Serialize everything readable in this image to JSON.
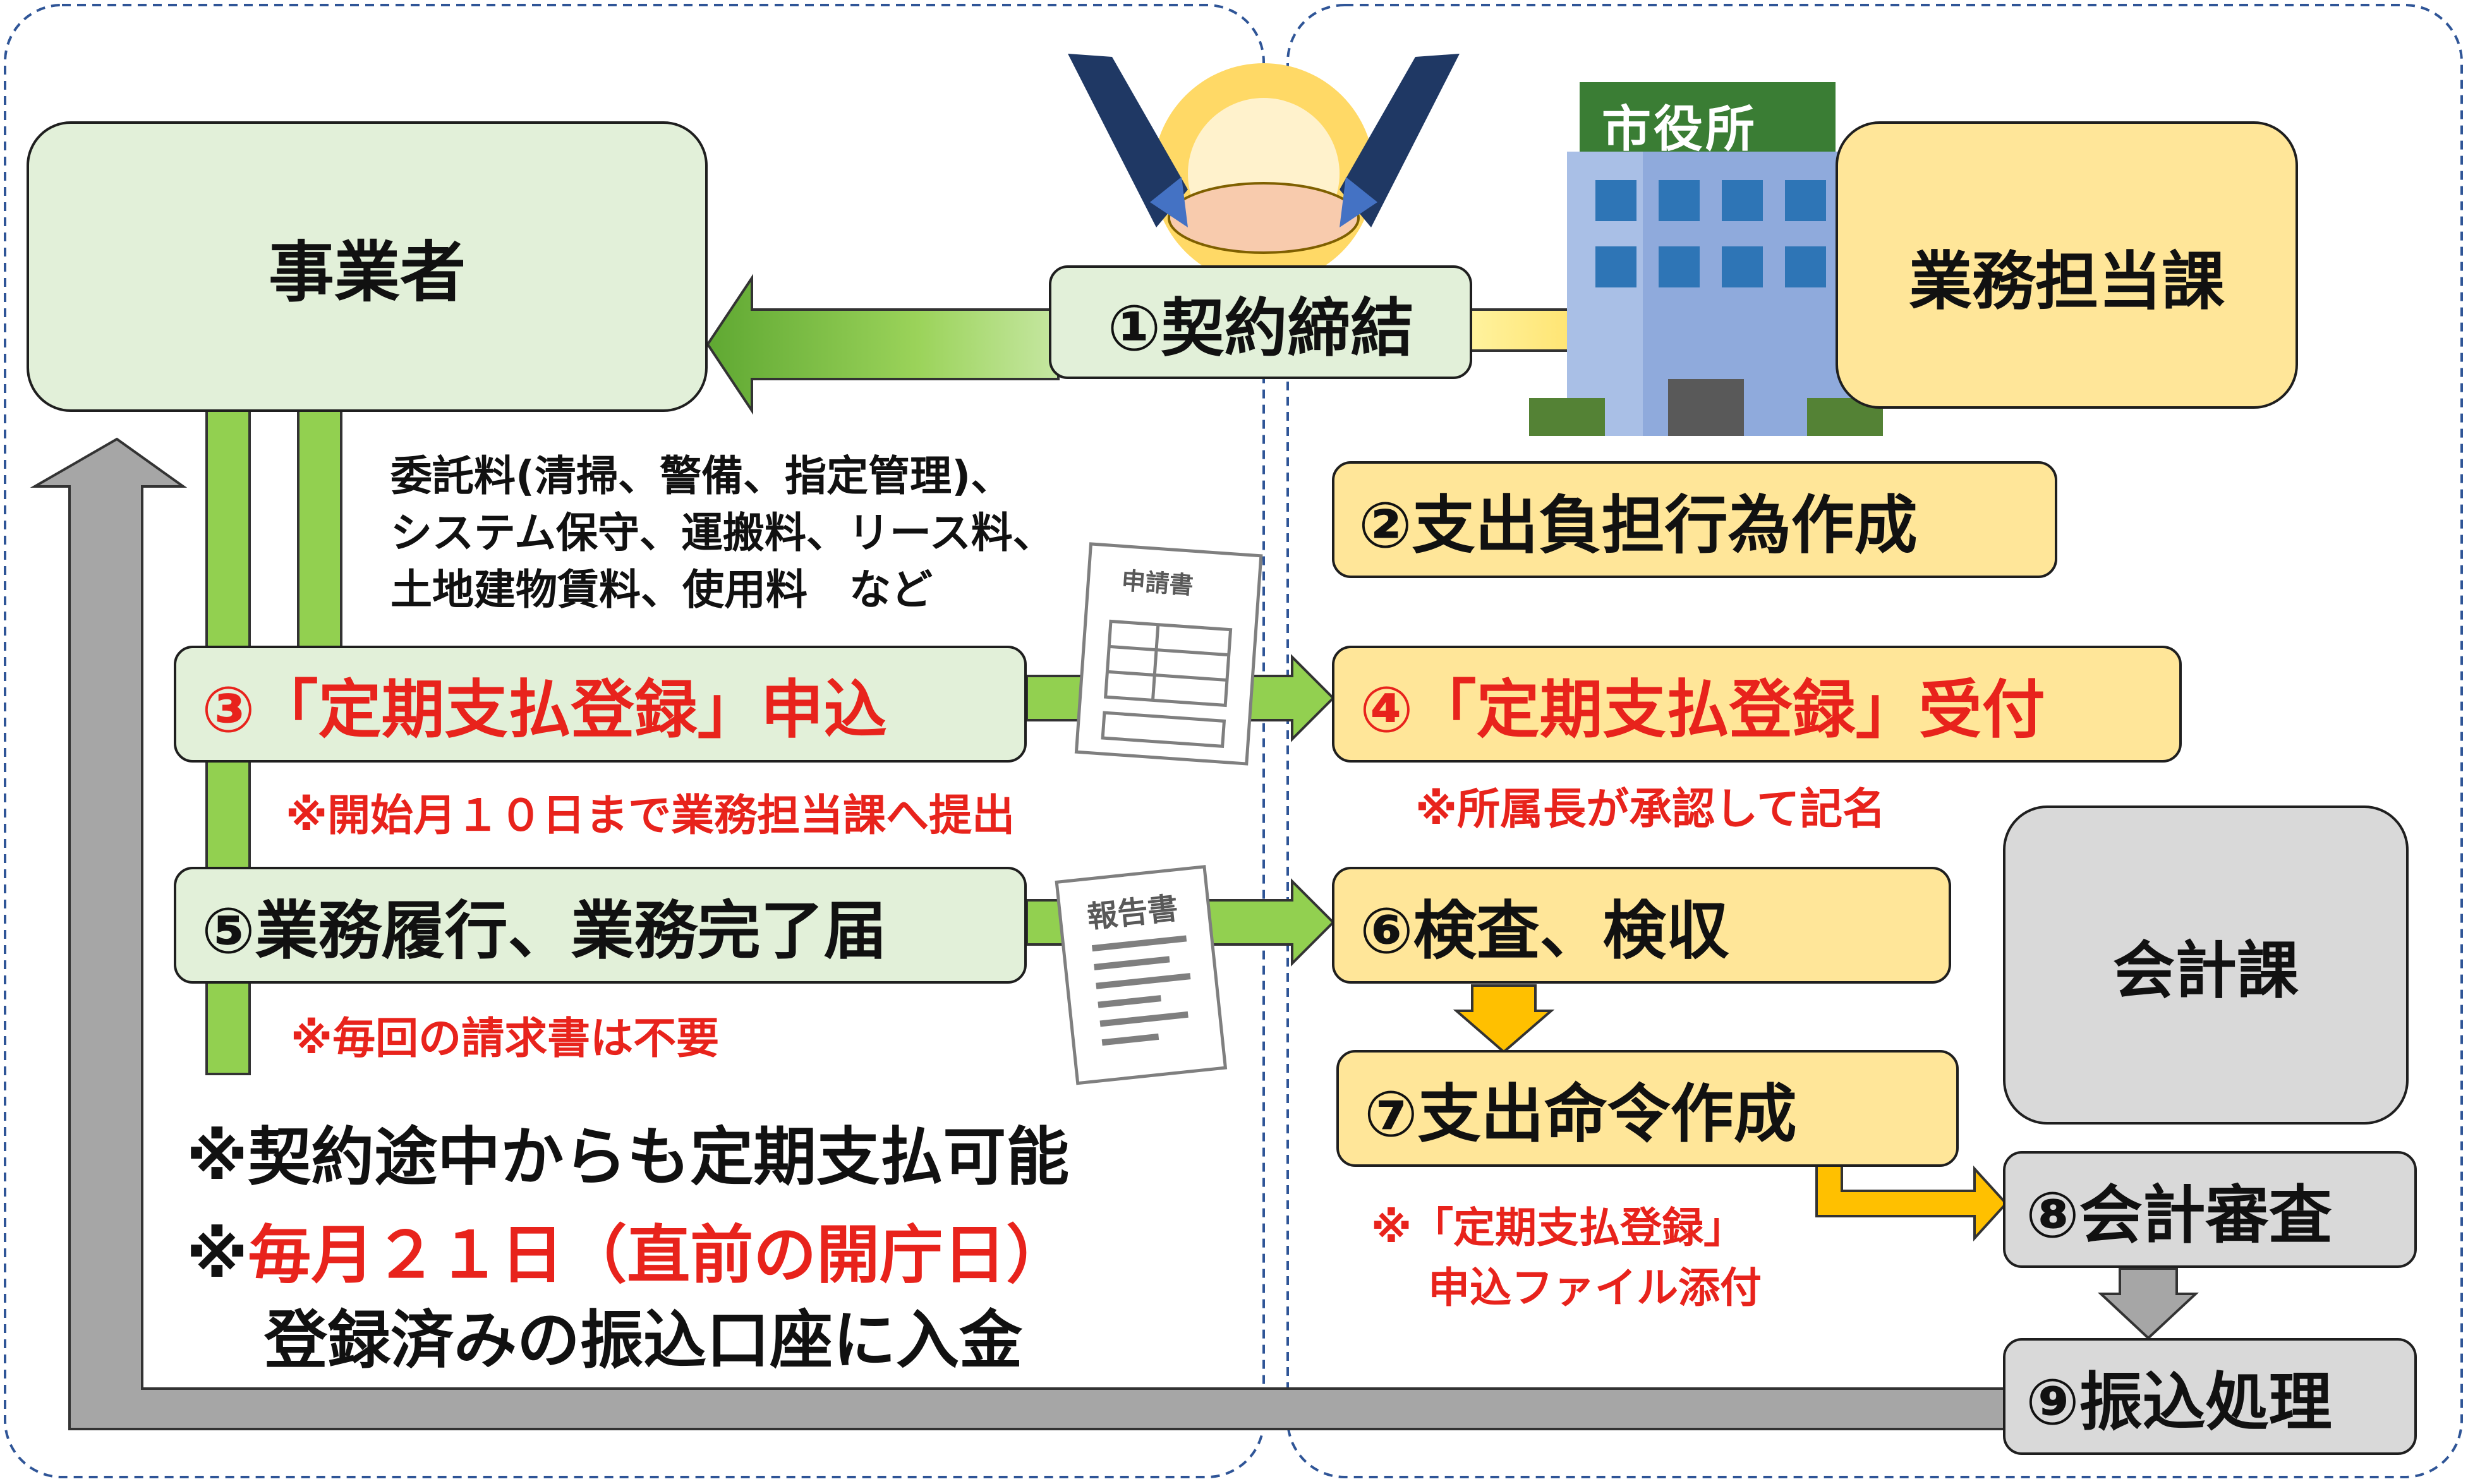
{
  "actors": {
    "business_operator": "事業者",
    "department_in_charge": "業務担当課",
    "accounting_division": "会計課",
    "city_hall_sign": "市役所"
  },
  "steps": {
    "s1": "①契約締結",
    "s2": "②支出負担行為作成",
    "s3": "③「定期支払登録」申込",
    "s4": "④「定期支払登録」受付",
    "s5": "⑤業務履行、業務完了届",
    "s6": "⑥検査、検収",
    "s7": "⑦支出命令作成",
    "s8": "⑧会計審査",
    "s9": "⑨振込処理"
  },
  "notes": {
    "fee_types": [
      "委託料(清掃、警備、指定管理)、",
      "システム保守、運搬料、リース料、",
      "土地建物賃料、使用料　など"
    ],
    "s3_note": "※開始月１０日まで業務担当課へ提出",
    "s4_note": "※所属長が承認して記名",
    "s5_note": "※毎回の請求書は不要",
    "s7_note_line1": "※「定期支払登録」",
    "s7_note_line2": "申込ファイル添付",
    "midway": "※契約途中からも定期支払可能",
    "monthly_prefix": "※",
    "monthly_red": "毎月２１日（直前の開庁日）",
    "deposit": "登録済みの振込口座に入金"
  },
  "documents": {
    "application_title": "申請書",
    "report_title": "報告書"
  },
  "colors": {
    "green_fill": "#e2f0d9",
    "yellow_fill": "#ffe699",
    "gray_fill": "#d9d9d9",
    "green_arrow": "#92d050",
    "orange_arrow": "#ffc000",
    "gray_arrow": "#a6a6a6",
    "red_text": "#e8231c",
    "divider": "#2f5597"
  },
  "icons": [
    "handshake-icon",
    "city-hall-building-icon",
    "application-form-icon",
    "report-document-icon"
  ]
}
